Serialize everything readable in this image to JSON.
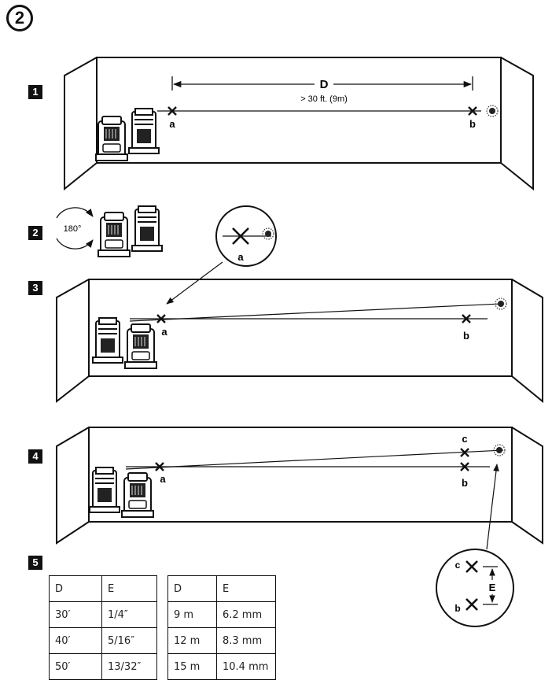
{
  "figure_number": "2",
  "steps": [
    {
      "badge": "1",
      "dimension_label": "D",
      "distance_note": "> 30 ft. (9m)",
      "mark_a": "a",
      "mark_b": "b"
    },
    {
      "badge": "2",
      "rotation_label": "180°"
    },
    {
      "badge": "3",
      "callout_mark": "a",
      "mark_a": "a",
      "mark_b": "b"
    },
    {
      "badge": "4",
      "mark_a": "a",
      "mark_b": "b",
      "mark_c": "c",
      "callout_mark_c": "c",
      "callout_mark_b": "b",
      "error_label": "E"
    },
    {
      "badge": "5"
    }
  ],
  "tables": [
    {
      "headers": [
        "D",
        "E"
      ],
      "rows": [
        [
          "30′",
          "1/4″"
        ],
        [
          "40′",
          "5/16″"
        ],
        [
          "50′",
          "13/32″"
        ]
      ]
    },
    {
      "headers": [
        "D",
        "E"
      ],
      "rows": [
        [
          "9 m",
          "6.2 mm"
        ],
        [
          "12 m",
          "8.3 mm"
        ],
        [
          "15 m",
          "10.4 mm"
        ]
      ]
    }
  ]
}
